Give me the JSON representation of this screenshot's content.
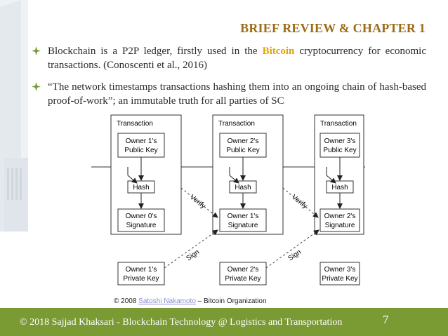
{
  "slide": {
    "title": "BRIEF REVIEW & CHAPTER 1",
    "bullets": [
      {
        "pre": "Blockchain is a P2P ledger, firstly used in the ",
        "highlight": "Bitcoin",
        "post": " cryptocurrency for economic transactions. (Conoscenti et al., 2016)"
      },
      {
        "text": "“The network timestamps transactions hashing them into an ongoing chain of hash-based proof-of-work”; an immutable truth for all parties of SC"
      }
    ],
    "caption": {
      "prefix": "© 2008 ",
      "link": "Satoshi Nakamoto",
      "suffix": " – Bitcoin Organization"
    },
    "footer_text": "© 2018 Sajjad Khaksari - Blockchain Technology @ Logistics and Transportation",
    "page_number": "7"
  },
  "diagram": {
    "transactions": [
      {
        "header": "Transaction",
        "public_key": [
          "Owner 1's",
          "Public Key"
        ],
        "hash": "Hash",
        "signature": [
          "Owner 0's",
          "Signature"
        ],
        "private_key": [
          "Owner 1's",
          "Private Key"
        ]
      },
      {
        "header": "Transaction",
        "public_key": [
          "Owner 2's",
          "Public Key"
        ],
        "hash": "Hash",
        "signature": [
          "Owner 1's",
          "Signature"
        ],
        "private_key": [
          "Owner 2's",
          "Private Key"
        ]
      },
      {
        "header": "Transaction",
        "public_key": [
          "Owner 3's",
          "Public Key"
        ],
        "hash": "Hash",
        "signature": [
          "Owner 2's",
          "Signature"
        ],
        "private_key": [
          "Owner 3's",
          "Private Key"
        ]
      }
    ],
    "verify_label": "Verify",
    "sign_label": "Sign"
  },
  "colors": {
    "title": "#9b6b17",
    "highlight": "#e0a400",
    "footer": "#7a9a33",
    "bullet_mark": "#7a9a33"
  }
}
